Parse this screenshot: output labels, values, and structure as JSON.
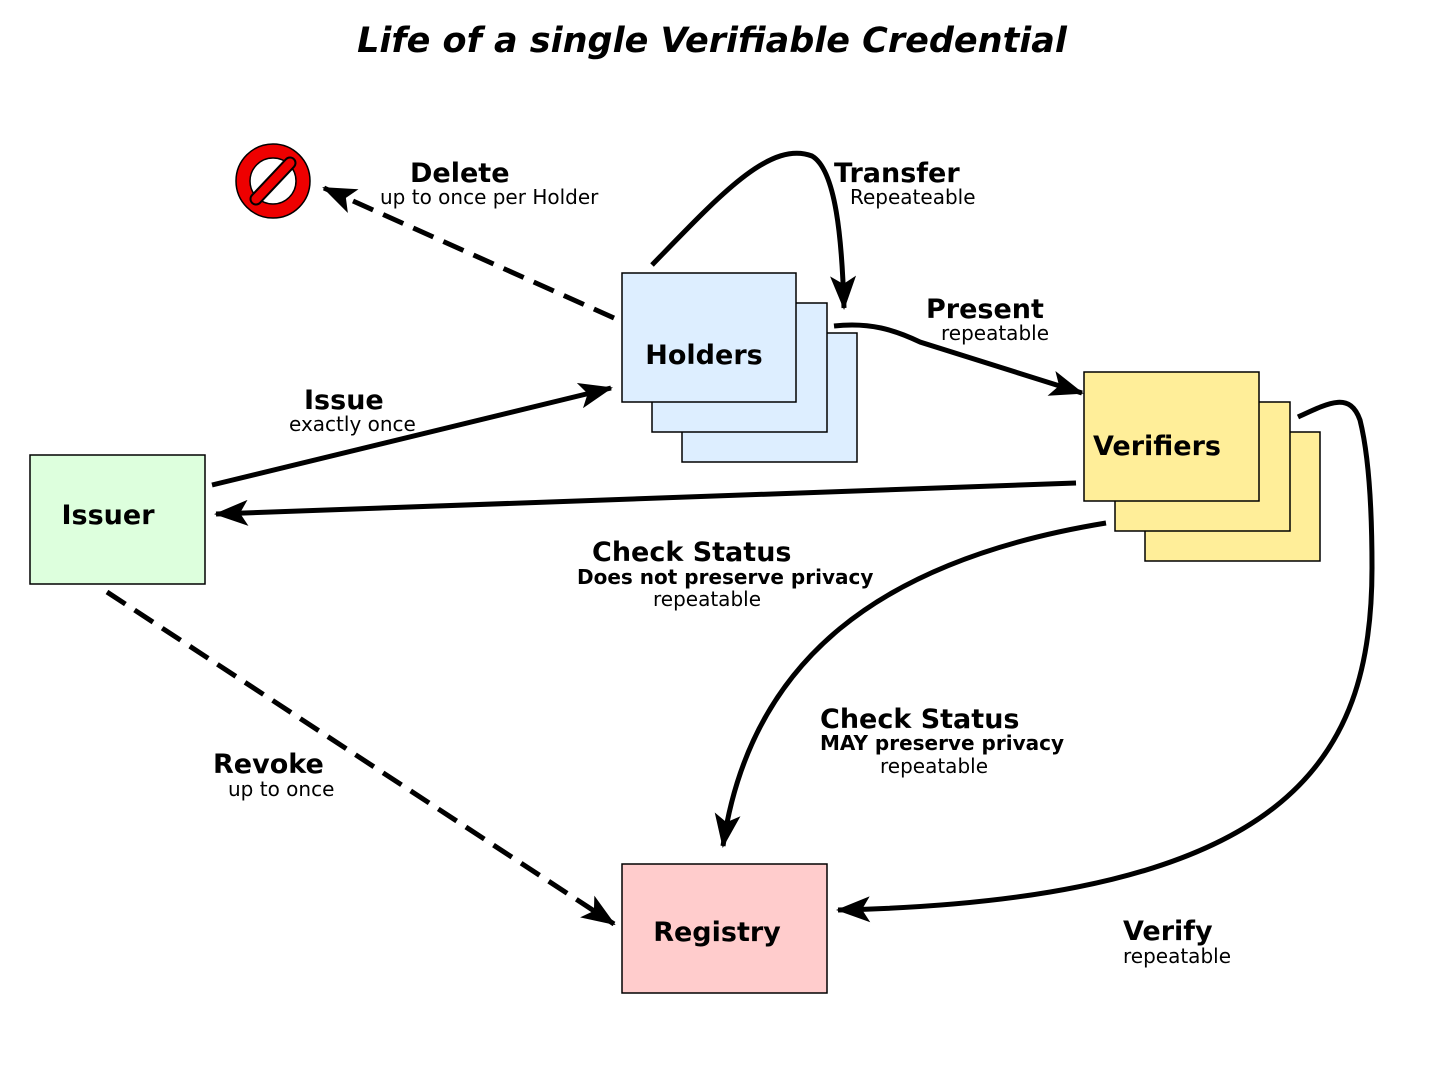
{
  "title": "Life of a single Verifiable Credential",
  "colors": {
    "holder_fill": "#ddeeff",
    "verifier_fill": "#ffee99",
    "issuer_fill": "#ddffdd",
    "registry_fill": "#ffcccc",
    "delete_icon_fill": "#ee0000",
    "stroke": "#000000"
  },
  "nodes": {
    "holders": {
      "label": "Holders"
    },
    "verifiers": {
      "label": "Verifiers"
    },
    "issuer": {
      "label": "Issuer"
    },
    "registry": {
      "label": "Registry"
    }
  },
  "delete_icon": {
    "icon": "prohibited-icon"
  },
  "edges": {
    "delete": {
      "label": "Delete",
      "sub": "up to once per Holder",
      "style": "dashed"
    },
    "transfer": {
      "label": "Transfer",
      "sub": "Repeateable",
      "style": "solid"
    },
    "present": {
      "label": "Present",
      "sub": "repeatable",
      "style": "solid"
    },
    "issue": {
      "label": "Issue",
      "sub": "exactly once",
      "style": "solid"
    },
    "check_status_issuer": {
      "label": "Check Status",
      "note": "Does not preserve privacy",
      "sub": "repeatable",
      "style": "solid"
    },
    "check_status_registry": {
      "label": "Check Status",
      "note": "MAY preserve privacy",
      "sub": "repeatable",
      "style": "solid"
    },
    "revoke": {
      "label": "Revoke",
      "sub": "up to once",
      "style": "dashed"
    },
    "verify": {
      "label": "Verify",
      "sub": "repeatable",
      "style": "solid"
    }
  }
}
